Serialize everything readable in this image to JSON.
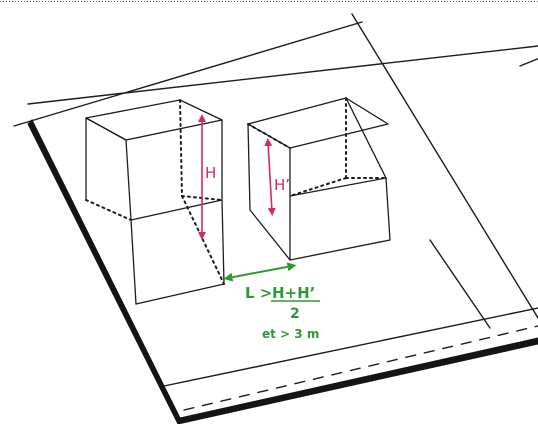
{
  "labels": {
    "height_left": "H",
    "height_right": "H’",
    "formula_lhs": "L >",
    "formula_numerator": "H+H’",
    "formula_denominator": "2",
    "min_distance": "et > 3 m"
  },
  "colors": {
    "height_dimension": "#d12a66",
    "distance_dimension": "#2e9b32",
    "line": "#1c1c1c",
    "background": "#ffffff"
  }
}
